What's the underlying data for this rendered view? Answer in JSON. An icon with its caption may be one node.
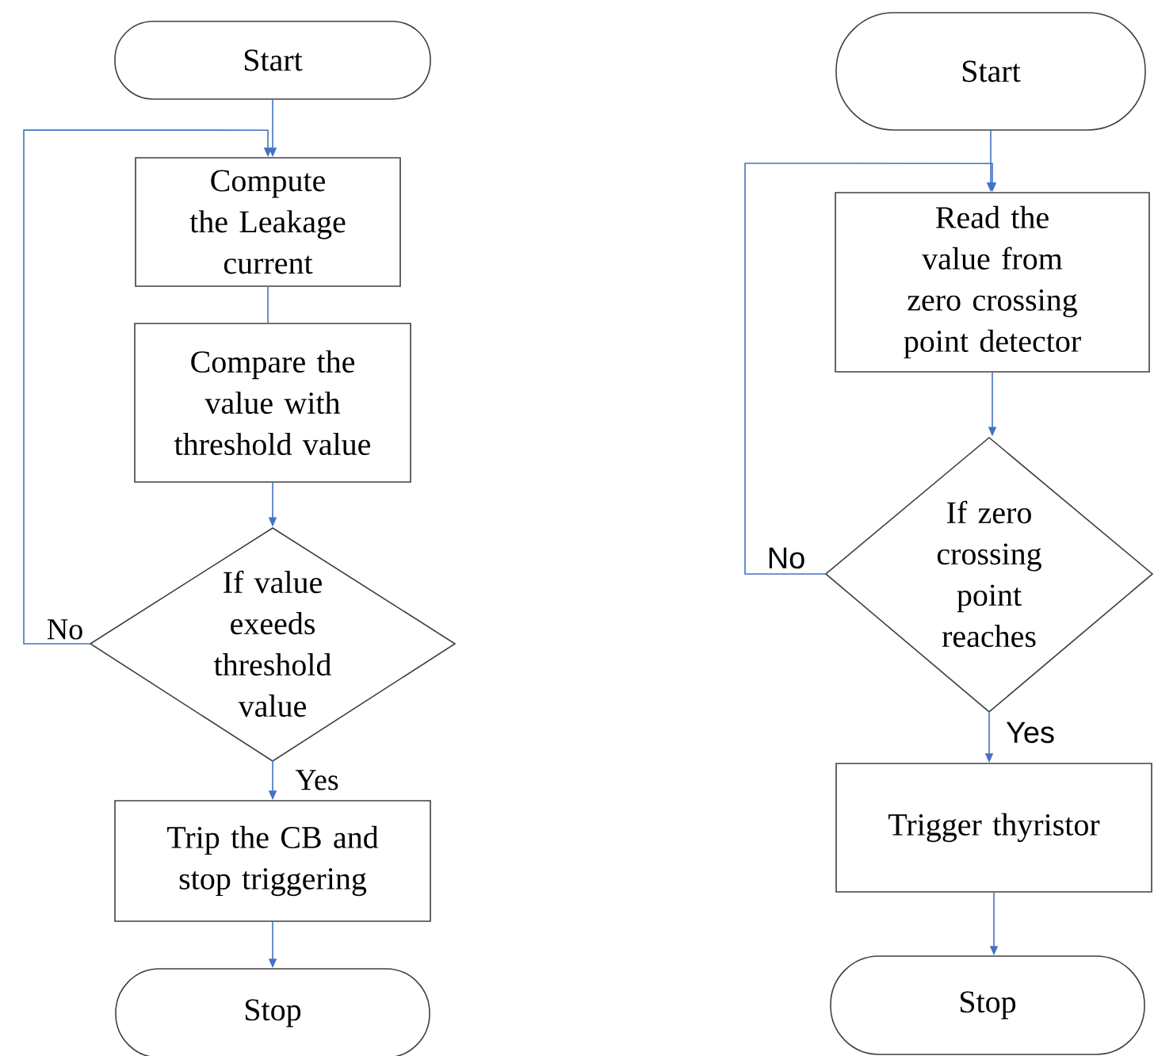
{
  "diagram": {
    "nodes": [
      {
        "text": [
          "Start"
        ]
      },
      {
        "text": [
          "Compute the Leakage current"
        ]
      },
      {
        "text": [
          "Compare the value with threshold value"
        ]
      },
      {
        "text": [
          "If value exeeds threshold value"
        ]
      },
      {
        "text": [
          "Trip the CB and stop triggering"
        ]
      },
      {
        "text": [
          "Stop"
        ]
      },
      {
        "text": [
          "Start"
        ]
      },
      {
        "text": [
          "Read the value from zero crossing point detector"
        ]
      },
      {
        "text": [
          "If zero crossing point reaches"
        ]
      },
      {
        "text": [
          "Trigger thyristor"
        ]
      },
      {
        "text": [
          "Stop"
        ]
      }
    ],
    "edges": [
      {
        "from": 0,
        "to": 1,
        "arrow": "to"
      },
      {
        "from": 1,
        "to": 2,
        "arrow": "none"
      },
      {
        "from": 2,
        "to": 3,
        "arrow": "to"
      },
      {
        "from": 3,
        "to": 1,
        "arrow": "to",
        "label": "No"
      },
      {
        "from": 3,
        "to": 4,
        "arrow": "to",
        "label": "Yes"
      },
      {
        "from": 4,
        "to": 5,
        "arrow": "to"
      },
      {
        "from": 6,
        "to": 7,
        "arrow": "to"
      },
      {
        "from": 7,
        "to": 8,
        "arrow": "to"
      },
      {
        "from": 8,
        "to": 7,
        "arrow": "to",
        "label": "No"
      },
      {
        "from": 8,
        "to": 9,
        "arrow": "to",
        "label": "Yes"
      },
      {
        "from": 9,
        "to": 10,
        "arrow": "to"
      }
    ]
  }
}
